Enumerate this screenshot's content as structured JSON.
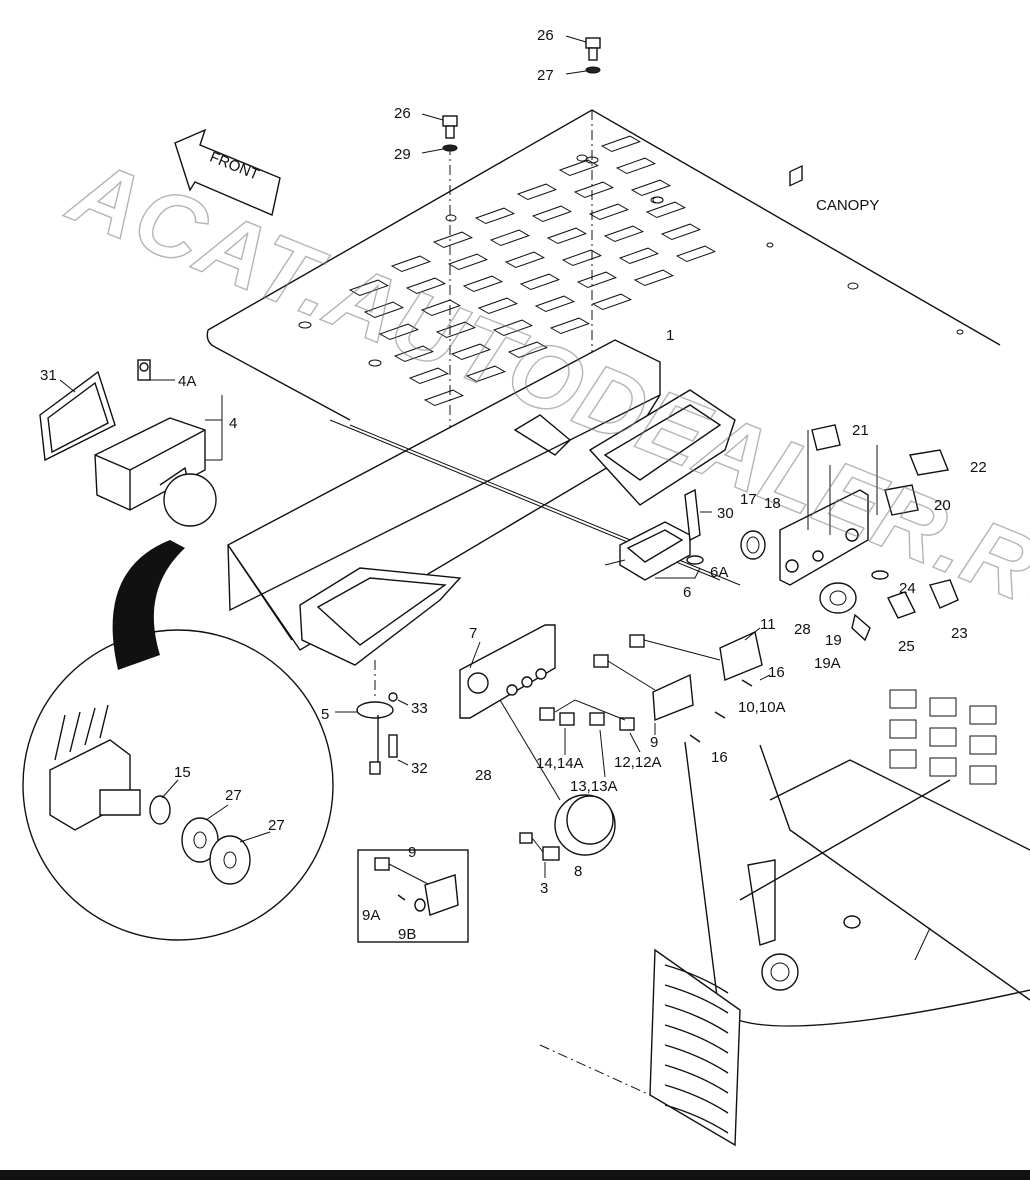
{
  "labels": {
    "canopy": "CANOPY",
    "front": "FRONT",
    "l1": "1",
    "l3": "3",
    "l4": "4",
    "l4a": "4A",
    "l5": "5",
    "l6": "6",
    "l6a": "6A",
    "l7": "7",
    "l8": "8",
    "l9": "9",
    "l9_detail": "9",
    "l9a": "9A",
    "l9b": "9B",
    "l10": "10,10A",
    "l11": "11",
    "l12": "12,12A",
    "l13": "13,13A",
    "l14": "14,14A",
    "l15": "15",
    "l16a": "16",
    "l16b": "16",
    "l17": "17",
    "l18": "18",
    "l19": "19",
    "l19a": "19A",
    "l20": "20",
    "l21": "21",
    "l22": "22",
    "l23": "23",
    "l24": "24",
    "l25": "25",
    "l26a": "26",
    "l26b": "26",
    "l27a": "27",
    "l27b": "27",
    "l27c": "27",
    "l28a": "28",
    "l28b": "28",
    "l29": "29",
    "l30": "30",
    "l31": "31",
    "l32": "32",
    "l33": "33"
  },
  "watermark": "ACAT.AUTODEALER.RU"
}
